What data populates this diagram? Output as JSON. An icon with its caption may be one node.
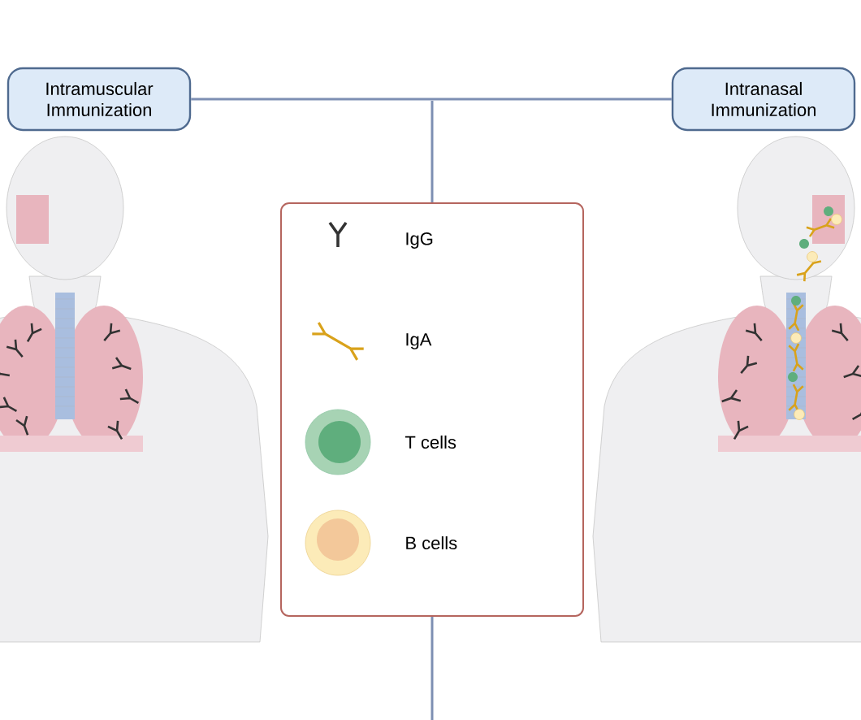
{
  "diagram": {
    "nodes": [
      {
        "text": [
          "Intramuscular Immunization"
        ]
      },
      {
        "text": [
          "Intranasal Immunization"
        ]
      },
      {
        "text": [],
        "shape": "box"
      }
    ],
    "edges": [
      {
        "from": 0,
        "to": 1,
        "arrow": "none"
      },
      {
        "from": null,
        "to": 2,
        "arrow": "none"
      },
      {
        "from": 2,
        "to": null,
        "arrow": "none"
      }
    ],
    "legend": [
      {
        "text": "IgG"
      },
      {
        "text": "IgA"
      },
      {
        "text": "T cells"
      },
      {
        "text": "B cells"
      }
    ]
  }
}
